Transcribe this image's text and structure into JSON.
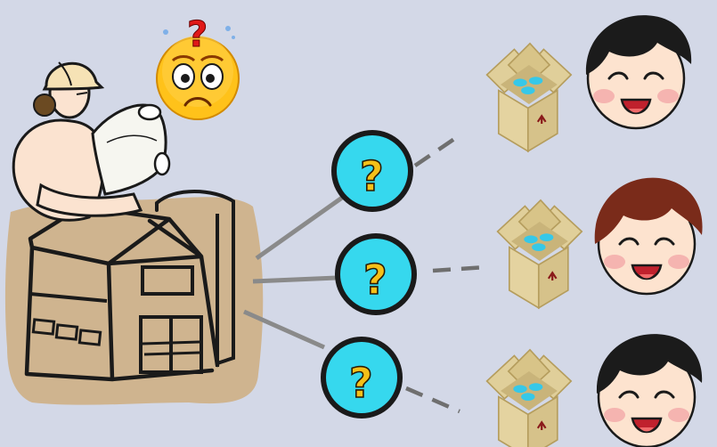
{
  "diagram": {
    "question_nodes": [
      {
        "symbol": "?"
      },
      {
        "symbol": "?"
      },
      {
        "symbol": "?"
      }
    ],
    "confused_symbol": "?",
    "customers": [
      {
        "face": "smiling-boy-black-hair",
        "package": "open-box"
      },
      {
        "face": "smiling-boy-brown-hair",
        "package": "open-box"
      },
      {
        "face": "smiling-boy-black-hair",
        "package": "open-box"
      }
    ]
  },
  "colors": {
    "background": "#d3d8e7",
    "connector_solid": "#8a8a8a",
    "connector_dashed": "#6f6f6f",
    "question_fill": "#36d8ee",
    "question_mark": "#f5c018",
    "confused_face": "#ffc21a",
    "confused_mark": "#e01818",
    "box": "#e0cf9a",
    "box_outline": "#b59d5d",
    "hair_black": "#1b1b1b",
    "hair_brown": "#7a2b1a",
    "skin": "#fde3cf",
    "barn_bg": "#cfb48f"
  }
}
